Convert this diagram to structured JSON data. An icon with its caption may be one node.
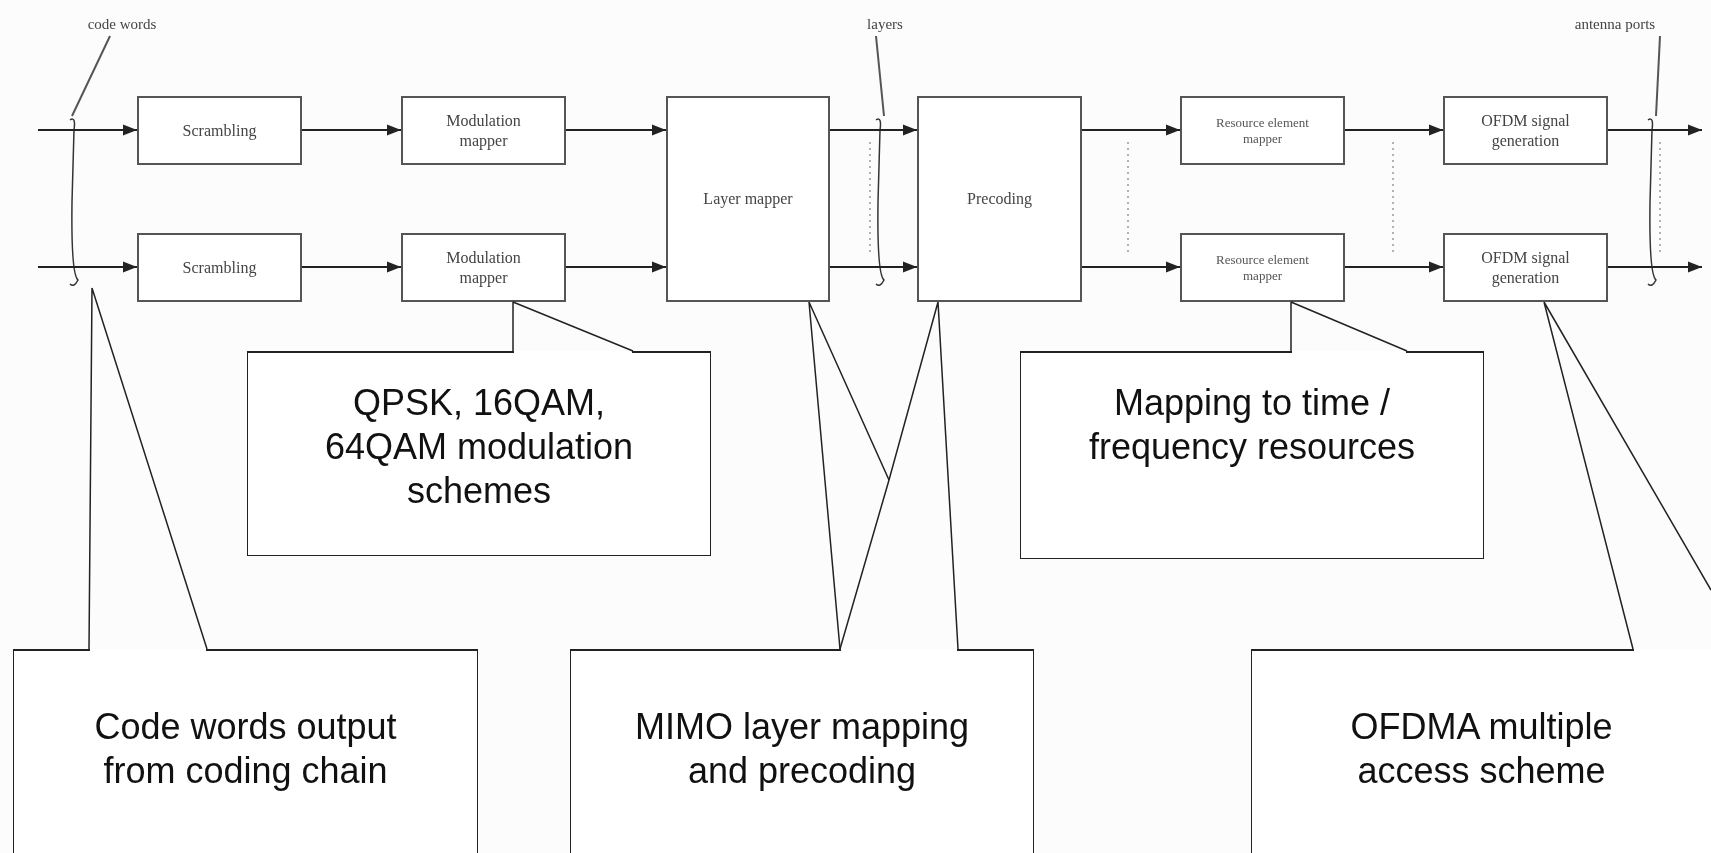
{
  "diagram": {
    "nodes": [
      {
        "text": [
          "code words"
        ]
      },
      {
        "text": [
          "layers"
        ]
      },
      {
        "text": [
          "antenna ports"
        ]
      },
      {
        "text": [],
        "shape": "brace"
      },
      {
        "text": [],
        "shape": "brace"
      },
      {
        "text": [],
        "shape": "brace"
      },
      {
        "text": [
          "Scrambling"
        ]
      },
      {
        "text": [
          "Modulation mapper"
        ]
      },
      {
        "text": [
          "Scrambling"
        ]
      },
      {
        "text": [
          "Modulation mapper"
        ]
      },
      {
        "text": [
          "Layer mapper"
        ]
      },
      {
        "text": [
          "Precoding"
        ]
      },
      {
        "text": [
          "Resource element mapper"
        ]
      },
      {
        "text": [
          "OFDM signal generation"
        ]
      },
      {
        "text": [
          "Resource element mapper"
        ]
      },
      {
        "text": [
          "OFDM signal generation"
        ]
      },
      {
        "text": [
          "QPSK, 16QAM, 64QAM modulation schemes"
        ]
      },
      {
        "text": [
          "Mapping to time / frequency resources"
        ]
      },
      {
        "text": [
          "Code words output from coding chain"
        ]
      },
      {
        "text": [
          "MIMO layer mapping and precoding"
        ]
      },
      {
        "text": [
          "OFDMA multiple access scheme"
        ]
      }
    ],
    "edges": [
      {
        "from": null,
        "to": 6,
        "arrow": "to"
      },
      {
        "from": 6,
        "to": 7,
        "arrow": "to"
      },
      {
        "from": 7,
        "to": 10,
        "arrow": "to"
      },
      {
        "from": null,
        "to": 8,
        "arrow": "to"
      },
      {
        "from": 8,
        "to": 9,
        "arrow": "to"
      },
      {
        "from": 9,
        "to": 10,
        "arrow": "to"
      },
      {
        "from": 10,
        "to": 11,
        "arrow": "to"
      },
      {
        "from": 10,
        "to": 11,
        "arrow": "to"
      },
      {
        "from": 11,
        "to": 12,
        "arrow": "to"
      },
      {
        "from": 12,
        "to": 13,
        "arrow": "to"
      },
      {
        "from": 13,
        "to": null,
        "arrow": "to"
      },
      {
        "from": 11,
        "to": 14,
        "arrow": "to"
      },
      {
        "from": 14,
        "to": 15,
        "arrow": "to"
      },
      {
        "from": 15,
        "to": null,
        "arrow": "to"
      },
      {
        "from": 0,
        "to": 3,
        "arrow": "none"
      },
      {
        "from": 1,
        "to": 4,
        "arrow": "none"
      },
      {
        "from": 2,
        "to": 5,
        "arrow": "none"
      },
      {
        "from": 16,
        "to": 9,
        "arrow": "none"
      },
      {
        "from": 17,
        "to": 14,
        "arrow": "none"
      },
      {
        "from": 18,
        "to": 3,
        "arrow": "none"
      },
      {
        "from": 19,
        "to": 10,
        "arrow": "none"
      },
      {
        "from": 19,
        "to": 11,
        "arrow": "none"
      },
      {
        "from": 20,
        "to": 15,
        "arrow": "none"
      }
    ]
  }
}
